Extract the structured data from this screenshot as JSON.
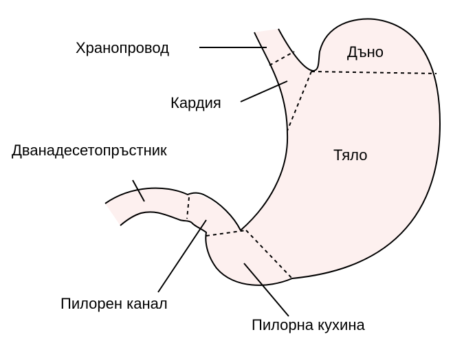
{
  "title": "Stomach anatomy",
  "fill_color": "#fdf0ef",
  "labels": {
    "esophagus": "Хранопровод",
    "cardia": "Кардия",
    "duodenum": "Дванадесетопръстник",
    "fundus": "Дъно",
    "body": "Тяло",
    "pyloric_canal": "Пилорен канал",
    "pyloric_antrum": "Пилорна кухина"
  }
}
